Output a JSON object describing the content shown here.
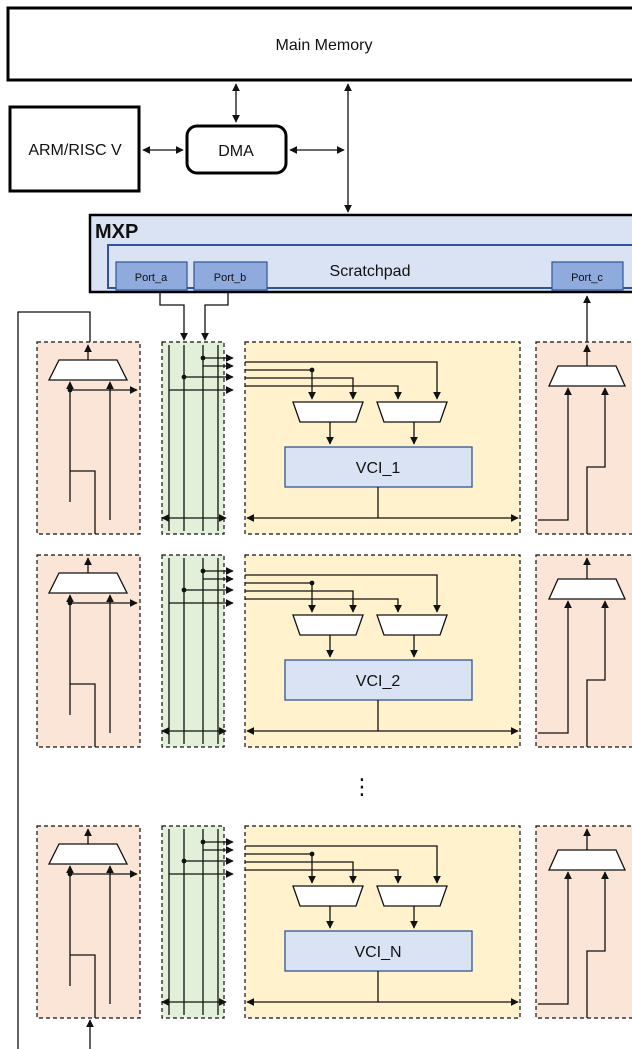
{
  "labels": {
    "main_memory": "Main Memory",
    "cpu": "ARM/RISC V",
    "dma": "DMA",
    "mxp": "MXP",
    "scratchpad": "Scratchpad",
    "port_a": "Port_a",
    "port_b": "Port_b",
    "port_c": "Port_c",
    "ellipsis": "⋮"
  },
  "lanes": [
    {
      "vci": "VCI_1"
    },
    {
      "vci": "VCI_2"
    },
    {
      "vci": "VCI_N"
    }
  ],
  "colors": {
    "mxp_fill": "#dae3f3",
    "port_fill": "#8faadc",
    "vci_fill": "#dae3f3",
    "input_mux_fill": "#fbe5d6",
    "crossbar_fill": "#e2f0d9",
    "vci_region_fill": "#fff2cc",
    "output_mux_fill": "#fbe5d6"
  }
}
